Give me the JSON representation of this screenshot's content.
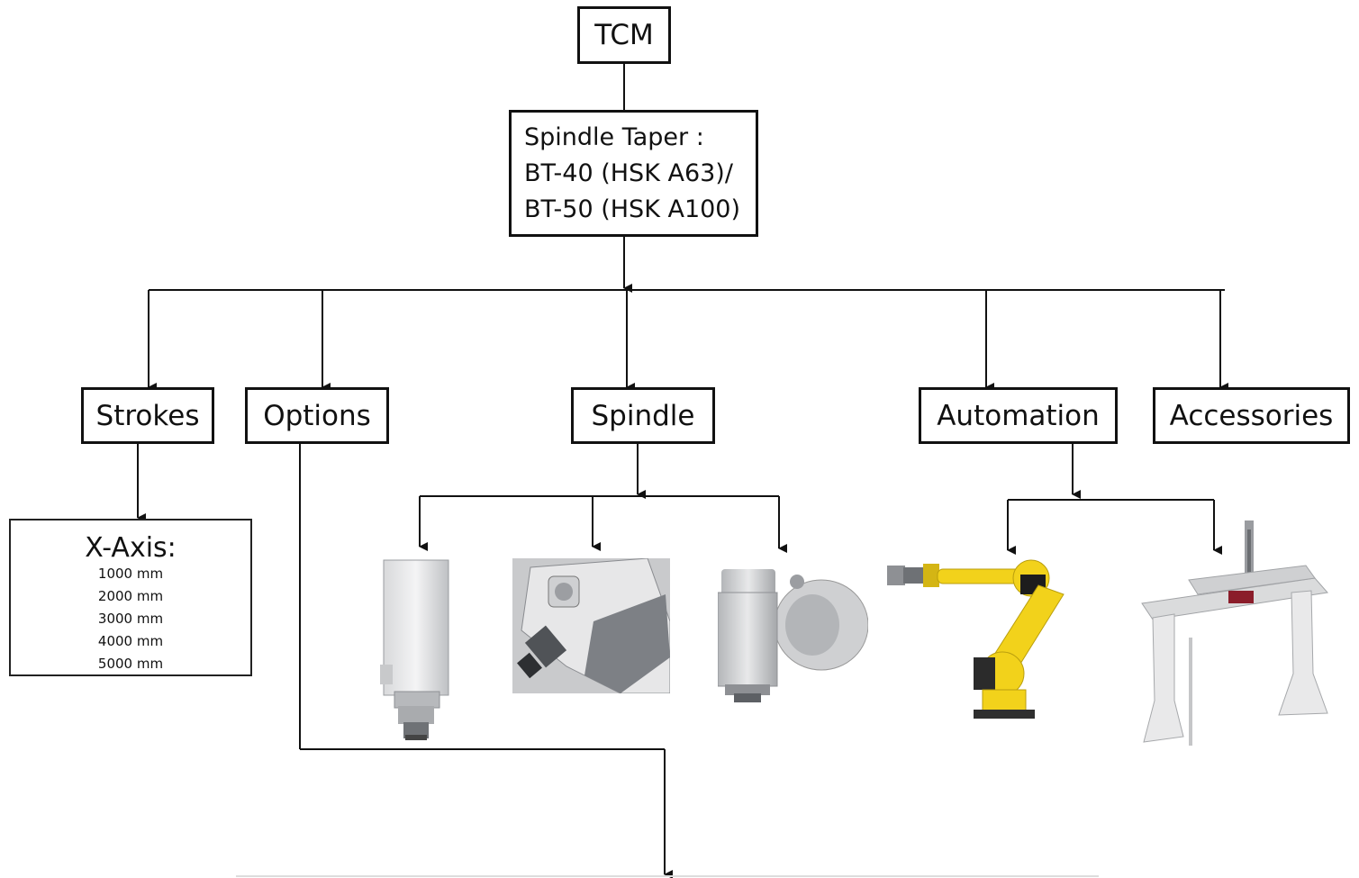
{
  "diagram": {
    "root": "TCM",
    "taper": {
      "lines": [
        "Spindle Taper :",
        "BT-40 (HSK A63)/",
        "BT-50 (HSK A100)"
      ]
    },
    "categories": {
      "strokes": "Strokes",
      "options": "Options",
      "spindle": "Spindle",
      "automation": "Automation",
      "accessories": "Accessories"
    },
    "strokes_detail": {
      "title": "X-Axis:",
      "values": [
        "1000 mm",
        "2000 mm",
        "3000 mm",
        "4000 mm",
        "5000 mm"
      ]
    },
    "spindle_images": [
      "vertical-spindle-head-photo",
      "angled-spindle-head-photo",
      "fork-head-spindle-photo"
    ],
    "automation_images": [
      "industrial-robot-arm-photo",
      "gantry-loader-photo"
    ],
    "colors": {
      "line": "#111111",
      "robot": "#f2d21b",
      "metal": "#c9cacc"
    }
  }
}
